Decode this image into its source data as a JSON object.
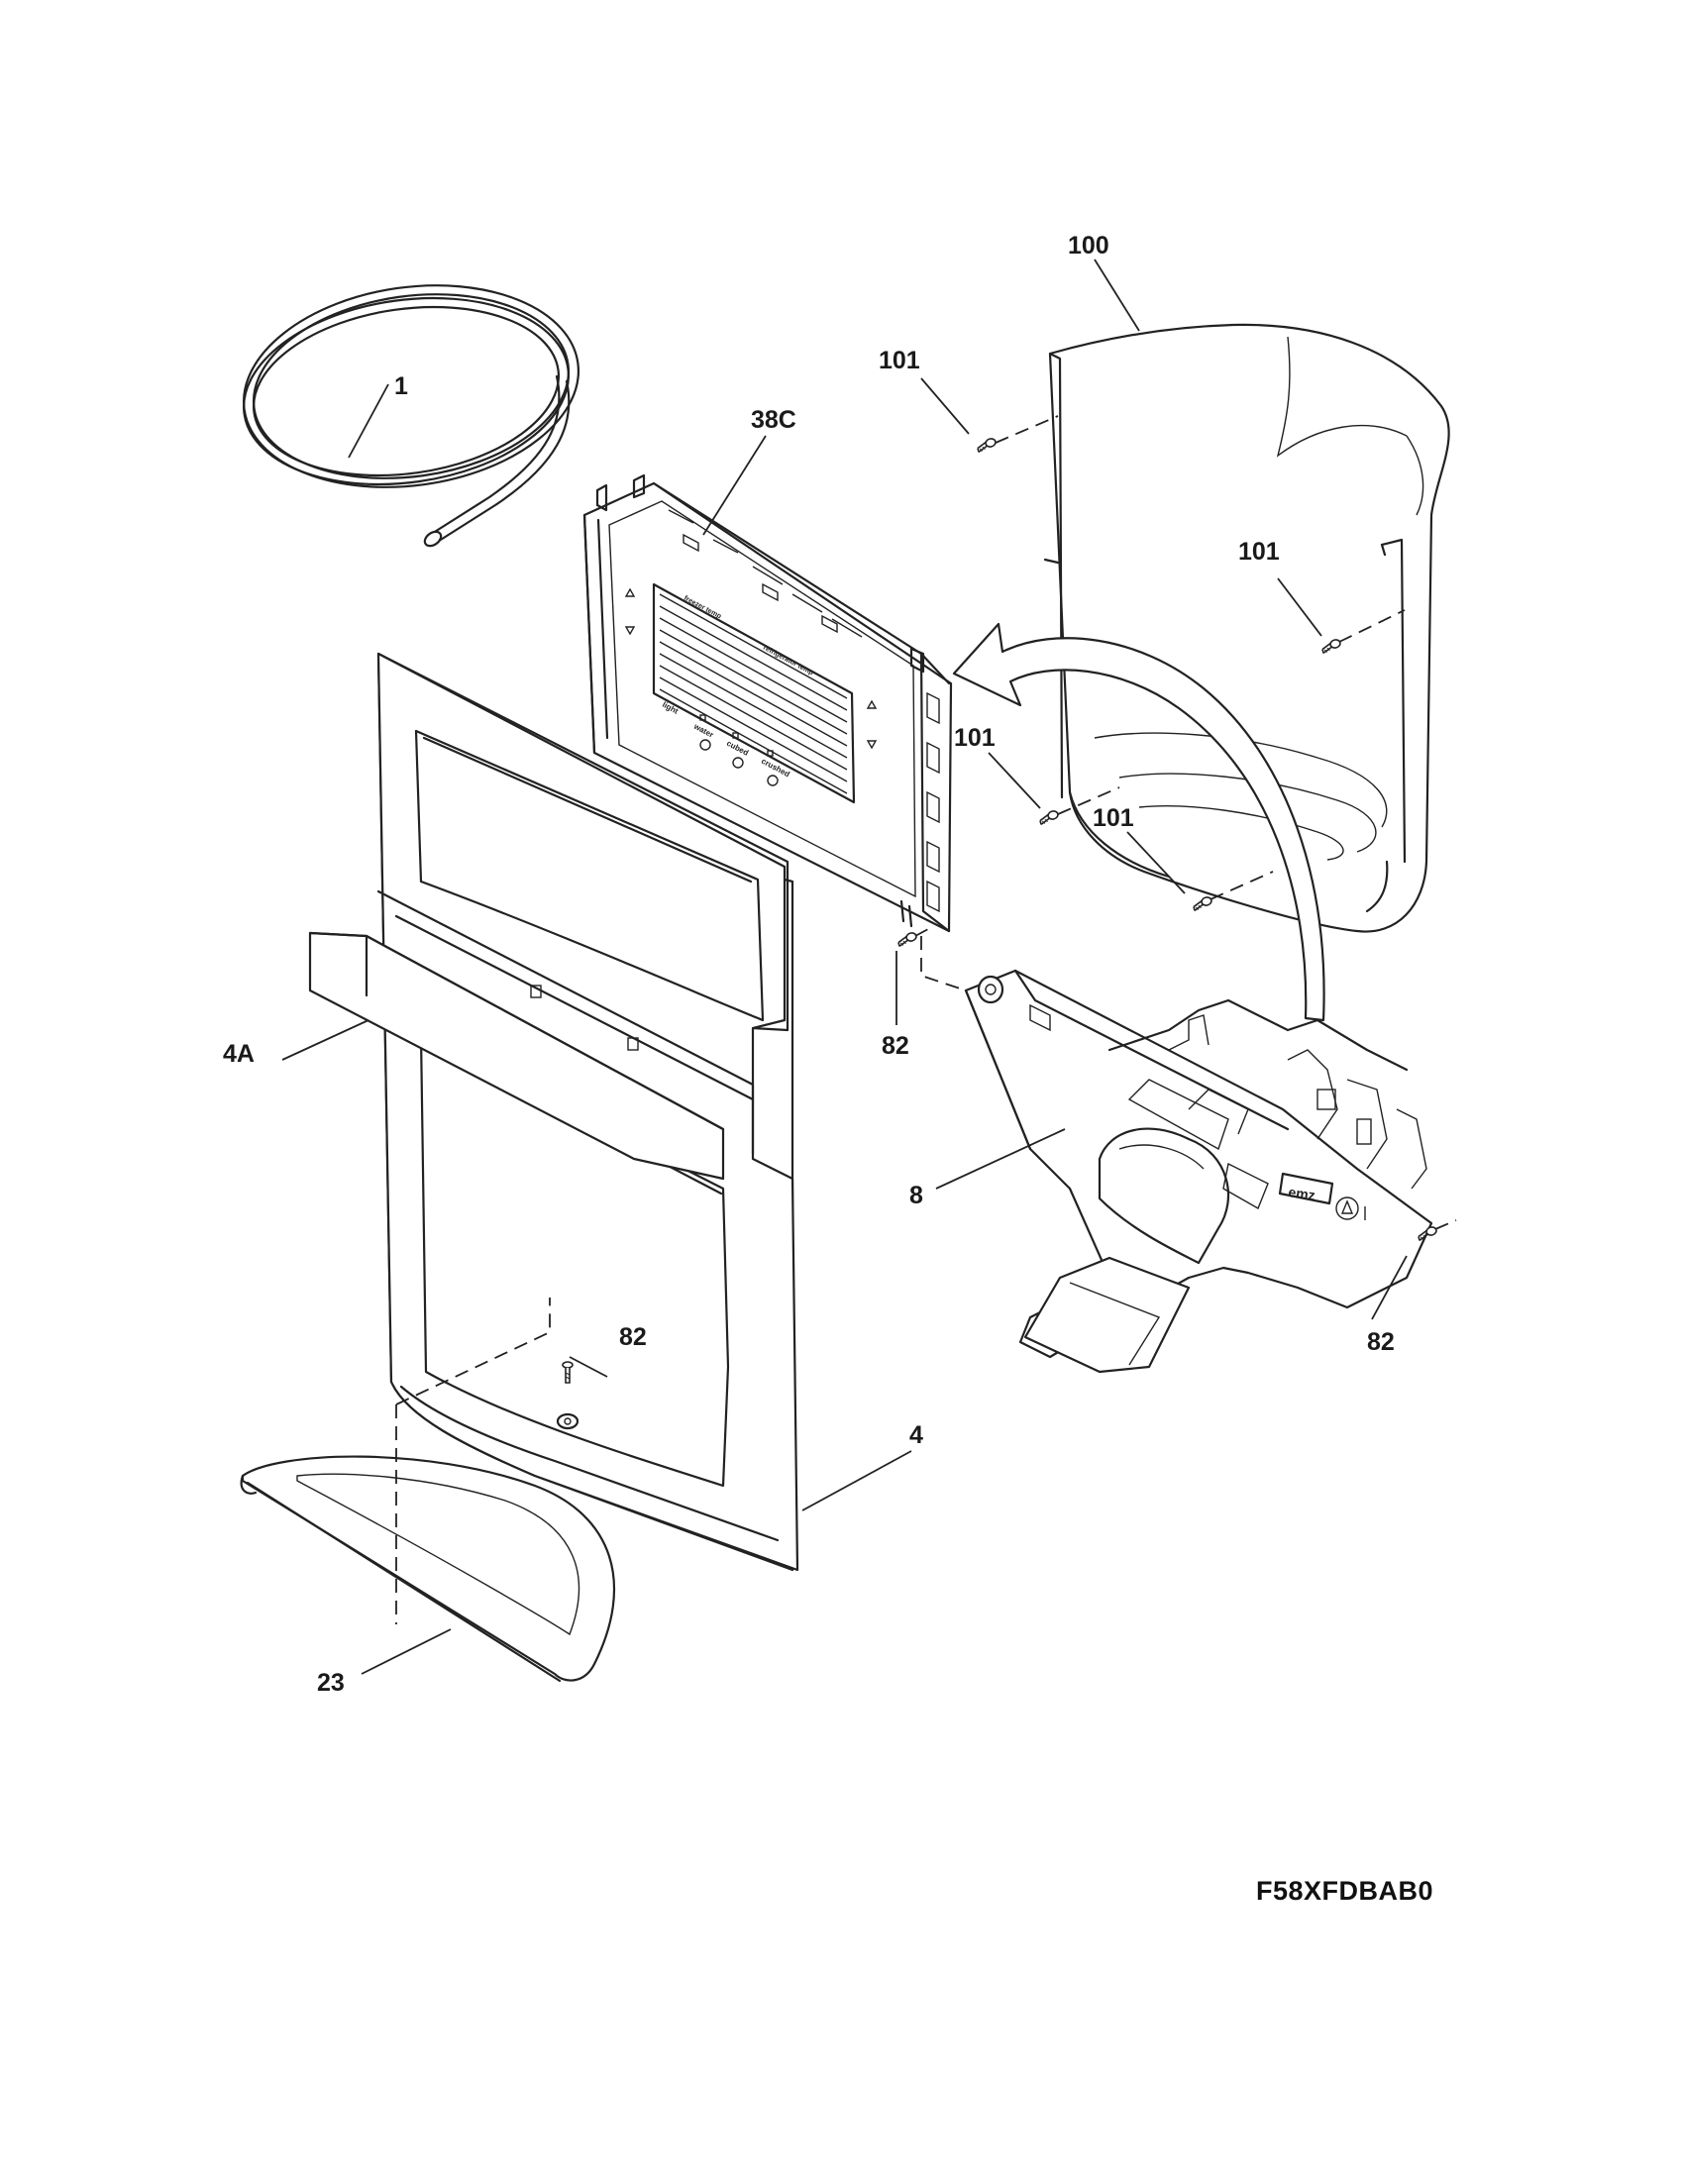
{
  "diagram": {
    "callouts": {
      "c1": "1",
      "c38c": "38C",
      "c100": "100",
      "c101_a": "101",
      "c101_b": "101",
      "c101_c": "101",
      "c101_d": "101",
      "c4a": "4A",
      "c82_a": "82",
      "c82_b": "82",
      "c82_c": "82",
      "c8": "8",
      "c4": "4",
      "c23": "23"
    },
    "model_code": "F58XFDBAB0",
    "control_board_labels": {
      "top_display": "freezer temp",
      "right_display": "refrigerator temp",
      "btn1": "light",
      "btn2": "water",
      "btn3": "cubed",
      "btn4": "crushed",
      "logo": "emz"
    },
    "icons": {
      "screw": "screw-icon",
      "arrow": "curved-arrow-icon"
    },
    "colors": {
      "line": "#222222",
      "background": "#ffffff"
    }
  }
}
